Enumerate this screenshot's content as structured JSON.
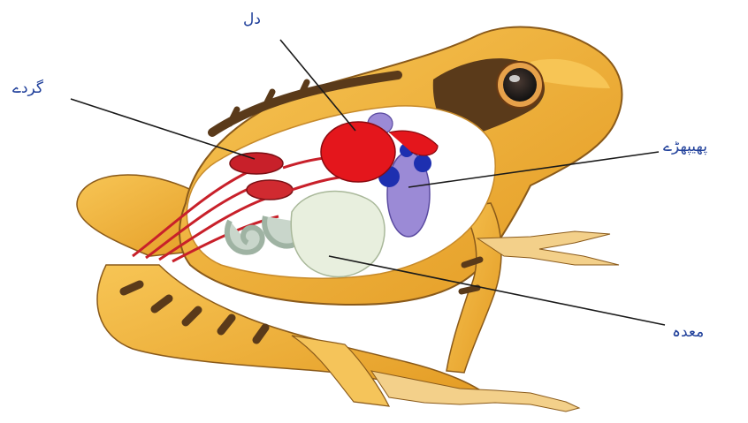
{
  "labels": {
    "heart": "دل",
    "kidneys": "گردے",
    "lungs": "پھیپھڑے",
    "stomach": "معدہ"
  },
  "colors": {
    "label_text": "#1f3f9a",
    "leader_line": "#1a1a1a",
    "skin": "#f2b33a",
    "skin_light": "#fbe3a8",
    "stripe": "#5a3a1a",
    "heart": "#e4161c",
    "kidney": "#c8202a",
    "lung": "#9b8ad6",
    "vessel_blue": "#1d2fb0",
    "stomach": "#e8efde",
    "intestine": "#c9d6cb",
    "body_cavity": "#ffffff"
  }
}
